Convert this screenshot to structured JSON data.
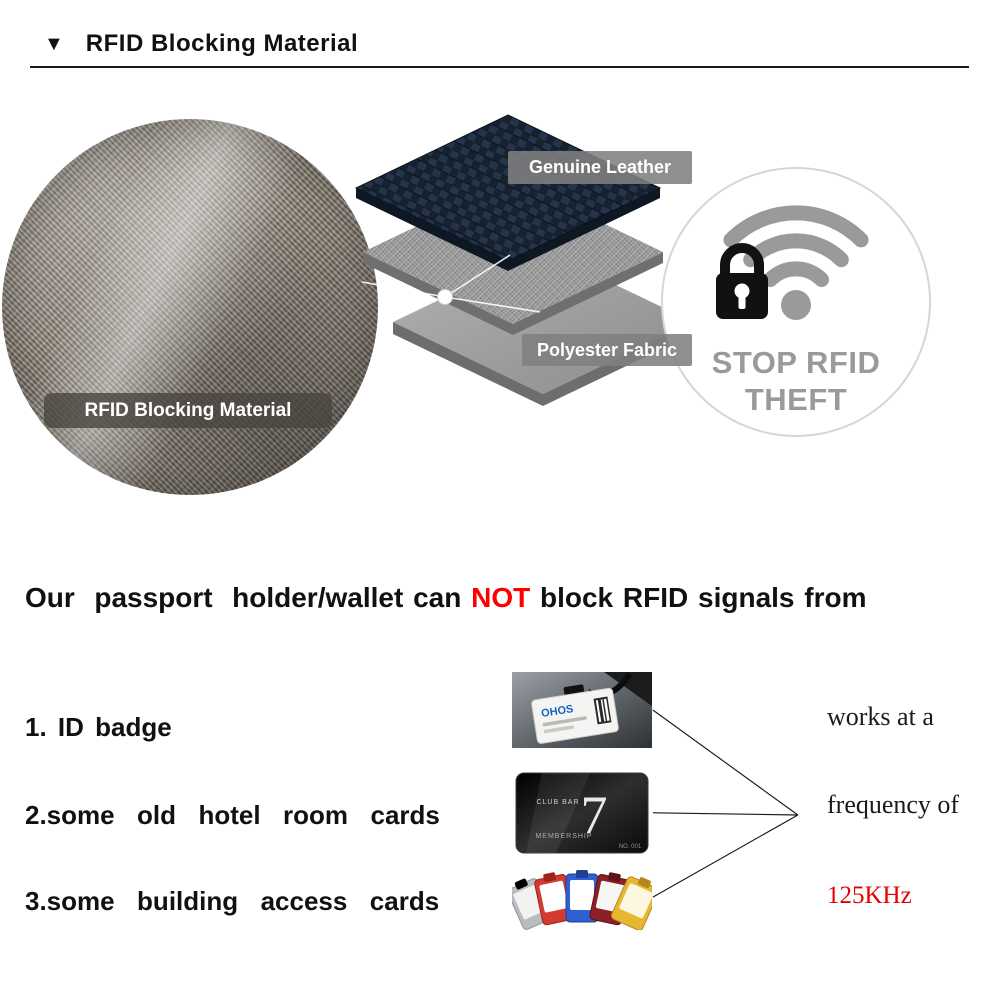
{
  "header": {
    "bullet": "▼",
    "title": "RFID Blocking Material"
  },
  "diagram": {
    "fabric_label": "RFID Blocking Material",
    "leather_label": "Genuine Leather",
    "polyester_label": "Polyester Fabric",
    "stop_line1": "STOP RFID",
    "stop_line2": "THEFT"
  },
  "headline": {
    "part1": "Our  passport  holder/wallet can ",
    "not": "NOT",
    "part2": " block RFID signals from"
  },
  "items": [
    {
      "label": "1. ID badge"
    },
    {
      "label": "2.some  old  hotel  room  cards"
    },
    {
      "label": "3.some  building  access  cards"
    }
  ],
  "badge": {
    "brand": "OHOS"
  },
  "hotel_card": {
    "big7": "7",
    "club": "CLUB BAR",
    "membership": "MEMBERSHIP",
    "no": "NO. 001"
  },
  "frequency": {
    "line1": "works at a",
    "line2": "frequency of",
    "line3": "125KHz"
  },
  "colors": {
    "highlight_red": "#ff0000",
    "stop_gray": "#9a9a9a"
  }
}
